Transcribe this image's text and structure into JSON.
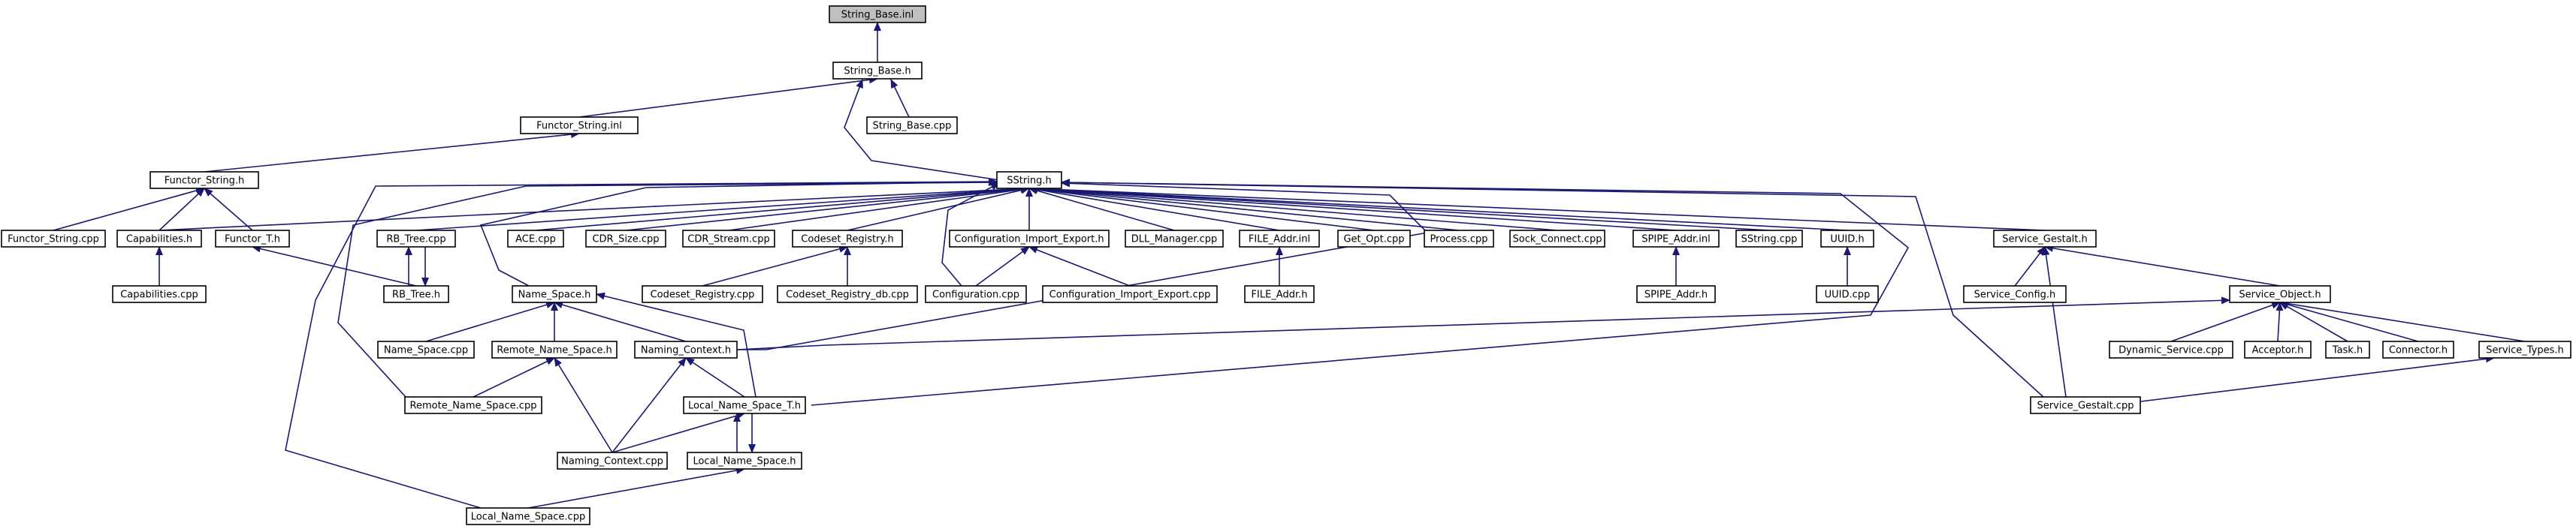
{
  "diagram": {
    "title": "String_Base.inl",
    "colors": {
      "edge": "#191970",
      "root_fill": "#bfbfbf",
      "node_fill": "#ffffff",
      "node_border": "#000000",
      "truncated_border": "#ff0000"
    },
    "nodes": [
      {
        "id": "String_Base.inl",
        "style": "root"
      },
      {
        "id": "String_Base.h",
        "style": "normal"
      },
      {
        "id": "Functor_String.inl",
        "style": "normal"
      },
      {
        "id": "String_Base.cpp",
        "style": "normal"
      },
      {
        "id": "Functor_String.h",
        "style": "normal"
      },
      {
        "id": "SString.h",
        "style": "normal"
      },
      {
        "id": "Functor_String.cpp",
        "style": "normal"
      },
      {
        "id": "Capabilities.h",
        "style": "normal"
      },
      {
        "id": "Functor_T.h",
        "style": "truncated"
      },
      {
        "id": "RB_Tree.cpp",
        "style": "normal"
      },
      {
        "id": "ACE.cpp",
        "style": "normal"
      },
      {
        "id": "CDR_Size.cpp",
        "style": "normal"
      },
      {
        "id": "CDR_Stream.cpp",
        "style": "normal"
      },
      {
        "id": "Codeset_Registry.h",
        "style": "normal"
      },
      {
        "id": "Configuration_Import_Export.h",
        "style": "normal"
      },
      {
        "id": "DLL_Manager.cpp",
        "style": "normal"
      },
      {
        "id": "FILE_Addr.inl",
        "style": "normal"
      },
      {
        "id": "Get_Opt.cpp",
        "style": "normal"
      },
      {
        "id": "Process.cpp",
        "style": "normal"
      },
      {
        "id": "Sock_Connect.cpp",
        "style": "normal"
      },
      {
        "id": "SPIPE_Addr.inl",
        "style": "normal"
      },
      {
        "id": "SString.cpp",
        "style": "normal"
      },
      {
        "id": "UUID.h",
        "style": "normal"
      },
      {
        "id": "Service_Gestalt.h",
        "style": "normal"
      },
      {
        "id": "Capabilities.cpp",
        "style": "normal"
      },
      {
        "id": "RB_Tree.h",
        "style": "normal"
      },
      {
        "id": "Codeset_Registry.cpp",
        "style": "normal"
      },
      {
        "id": "Codeset_Registry_db.cpp",
        "style": "normal"
      },
      {
        "id": "Configuration.cpp",
        "style": "normal"
      },
      {
        "id": "Configuration_Import_Export.cpp",
        "style": "normal"
      },
      {
        "id": "FILE_Addr.h",
        "style": "truncated"
      },
      {
        "id": "SPIPE_Addr.h",
        "style": "truncated"
      },
      {
        "id": "UUID.cpp",
        "style": "normal"
      },
      {
        "id": "Service_Config.h",
        "style": "truncated"
      },
      {
        "id": "Service_Object.h",
        "style": "truncated"
      },
      {
        "id": "Name_Space.h",
        "style": "normal"
      },
      {
        "id": "Name_Space.cpp",
        "style": "normal"
      },
      {
        "id": "Remote_Name_Space.h",
        "style": "normal"
      },
      {
        "id": "Naming_Context.h",
        "style": "normal"
      },
      {
        "id": "Dynamic_Service.cpp",
        "style": "truncated"
      },
      {
        "id": "Acceptor.h",
        "style": "truncated"
      },
      {
        "id": "Task.h",
        "style": "truncated"
      },
      {
        "id": "Connector.h",
        "style": "truncated"
      },
      {
        "id": "Service_Types.h",
        "style": "truncated"
      },
      {
        "id": "Remote_Name_Space.cpp",
        "style": "normal"
      },
      {
        "id": "Local_Name_Space_T.h",
        "style": "normal"
      },
      {
        "id": "Service_Gestalt.cpp",
        "style": "normal"
      },
      {
        "id": "Naming_Context.cpp",
        "style": "normal"
      },
      {
        "id": "Local_Name_Space.h",
        "style": "truncated"
      },
      {
        "id": "Local_Name_Space.cpp",
        "style": "normal"
      }
    ],
    "edges": [
      [
        "String_Base.inl",
        "String_Base.h"
      ],
      [
        "String_Base.h",
        "Functor_String.inl"
      ],
      [
        "String_Base.h",
        "String_Base.cpp"
      ],
      [
        "String_Base.h",
        "SString.h"
      ],
      [
        "Functor_String.inl",
        "Functor_String.h"
      ],
      [
        "Functor_String.h",
        "Functor_String.cpp"
      ],
      [
        "Functor_String.h",
        "Capabilities.h"
      ],
      [
        "Functor_String.h",
        "Functor_T.h"
      ],
      [
        "Capabilities.h",
        "Capabilities.cpp"
      ],
      [
        "Functor_T.h",
        "RB_Tree.h"
      ],
      [
        "SString.h",
        "Capabilities.h"
      ],
      [
        "SString.h",
        "RB_Tree.cpp"
      ],
      [
        "SString.h",
        "ACE.cpp"
      ],
      [
        "SString.h",
        "CDR_Size.cpp"
      ],
      [
        "SString.h",
        "CDR_Stream.cpp"
      ],
      [
        "SString.h",
        "Codeset_Registry.h"
      ],
      [
        "SString.h",
        "Configuration_Import_Export.h"
      ],
      [
        "SString.h",
        "Configuration.cpp"
      ],
      [
        "SString.h",
        "DLL_Manager.cpp"
      ],
      [
        "SString.h",
        "FILE_Addr.inl"
      ],
      [
        "SString.h",
        "Get_Opt.cpp"
      ],
      [
        "SString.h",
        "Process.cpp"
      ],
      [
        "SString.h",
        "Sock_Connect.cpp"
      ],
      [
        "SString.h",
        "SPIPE_Addr.inl"
      ],
      [
        "SString.h",
        "SString.cpp"
      ],
      [
        "SString.h",
        "UUID.h"
      ],
      [
        "SString.h",
        "Service_Gestalt.h"
      ],
      [
        "SString.h",
        "Name_Space.h"
      ],
      [
        "SString.h",
        "Remote_Name_Space.cpp"
      ],
      [
        "SString.h",
        "Local_Name_Space.cpp"
      ],
      [
        "SString.h",
        "Local_Name_Space_T.h"
      ],
      [
        "SString.h",
        "Naming_Context.h"
      ],
      [
        "SString.h",
        "Service_Gestalt.cpp"
      ],
      [
        "RB_Tree.cpp",
        "RB_Tree.h"
      ],
      [
        "RB_Tree.h",
        "RB_Tree.cpp"
      ],
      [
        "Codeset_Registry.h",
        "Codeset_Registry.cpp"
      ],
      [
        "Codeset_Registry.h",
        "Codeset_Registry_db.cpp"
      ],
      [
        "Configuration_Import_Export.h",
        "Configuration.cpp"
      ],
      [
        "Configuration_Import_Export.h",
        "Configuration_Import_Export.cpp"
      ],
      [
        "FILE_Addr.inl",
        "FILE_Addr.h"
      ],
      [
        "SPIPE_Addr.inl",
        "SPIPE_Addr.h"
      ],
      [
        "UUID.h",
        "UUID.cpp"
      ],
      [
        "Service_Gestalt.h",
        "Service_Config.h"
      ],
      [
        "Service_Gestalt.h",
        "Service_Object.h"
      ],
      [
        "Service_Gestalt.h",
        "Service_Gestalt.cpp"
      ],
      [
        "Service_Object.h",
        "Naming_Context.h"
      ],
      [
        "Service_Object.h",
        "Dynamic_Service.cpp"
      ],
      [
        "Service_Object.h",
        "Acceptor.h"
      ],
      [
        "Service_Object.h",
        "Task.h"
      ],
      [
        "Service_Object.h",
        "Connector.h"
      ],
      [
        "Service_Object.h",
        "Service_Types.h"
      ],
      [
        "Service_Types.h",
        "Service_Gestalt.cpp"
      ],
      [
        "Name_Space.h",
        "Name_Space.cpp"
      ],
      [
        "Name_Space.h",
        "Remote_Name_Space.h"
      ],
      [
        "Name_Space.h",
        "Naming_Context.h"
      ],
      [
        "Name_Space.h",
        "Local_Name_Space_T.h"
      ],
      [
        "Remote_Name_Space.h",
        "Remote_Name_Space.cpp"
      ],
      [
        "Remote_Name_Space.h",
        "Naming_Context.cpp"
      ],
      [
        "Naming_Context.h",
        "Local_Name_Space_T.h"
      ],
      [
        "Naming_Context.h",
        "Naming_Context.cpp"
      ],
      [
        "Local_Name_Space_T.h",
        "Naming_Context.cpp"
      ],
      [
        "Local_Name_Space_T.h",
        "Local_Name_Space.h"
      ],
      [
        "Local_Name_Space.h",
        "Local_Name_Space_T.h"
      ],
      [
        "Local_Name_Space.h",
        "Local_Name_Space.cpp"
      ]
    ]
  }
}
